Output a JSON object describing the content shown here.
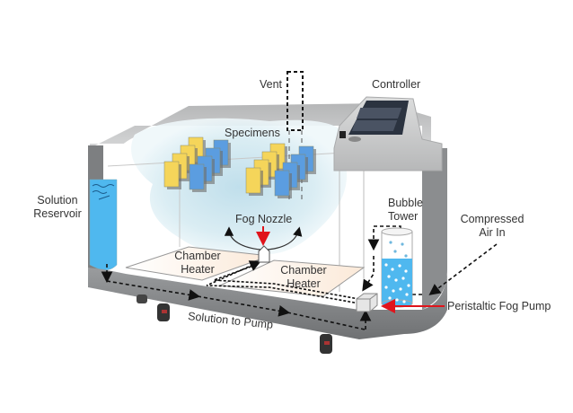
{
  "diagram": {
    "title": "Salt Spray (Fog) Test Chamber",
    "labels": {
      "vent": "Vent",
      "controller": "Controller",
      "specimens": "Specimens",
      "solution_reservoir_line1": "Solution",
      "solution_reservoir_line2": "Reservoir",
      "fog_nozzle": "Fog Nozzle",
      "chamber_heater_left_line1": "Chamber",
      "chamber_heater_left_line2": "Heater",
      "chamber_heater_right_line1": "Chamber",
      "chamber_heater_right_line2": "Heater",
      "bubble_tower_line1": "Bubble",
      "bubble_tower_line2": "Tower",
      "compressed_air_line1": "Compressed",
      "compressed_air_line2": "Air In",
      "peristaltic_pump": "Peristaltic Fog Pump",
      "solution_to_pump": "Solution to Pump"
    },
    "colors": {
      "cabinet": "#8a8c8e",
      "cabinet_light": "#c9cacb",
      "specimen_yellow": "#f5d55a",
      "specimen_blue": "#5b9de0",
      "water": "#4fb8ef",
      "fog": "#cfe6f0",
      "highlight_arrow": "#e0141b"
    }
  }
}
